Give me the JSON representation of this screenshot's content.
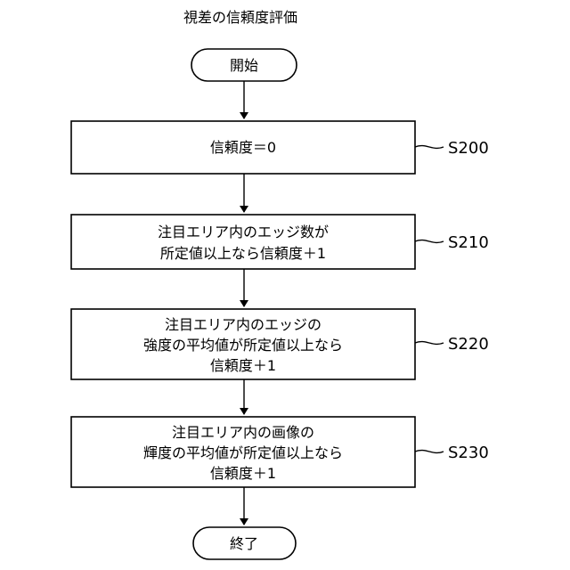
{
  "title": "視差の信頼度評価",
  "start": "開始",
  "end": "終了",
  "steps": [
    {
      "id": "S200",
      "lines": [
        "信頼度＝0"
      ]
    },
    {
      "id": "S210",
      "lines": [
        "注目エリア内のエッジ数が",
        "所定値以上なら信頼度＋1"
      ]
    },
    {
      "id": "S220",
      "lines": [
        "注目エリア内のエッジの",
        "強度の平均値が所定値以上なら",
        "信頼度＋1"
      ]
    },
    {
      "id": "S230",
      "lines": [
        "注目エリア内の画像の",
        "輝度の平均値が所定値以上なら",
        "信頼度＋1"
      ]
    }
  ]
}
